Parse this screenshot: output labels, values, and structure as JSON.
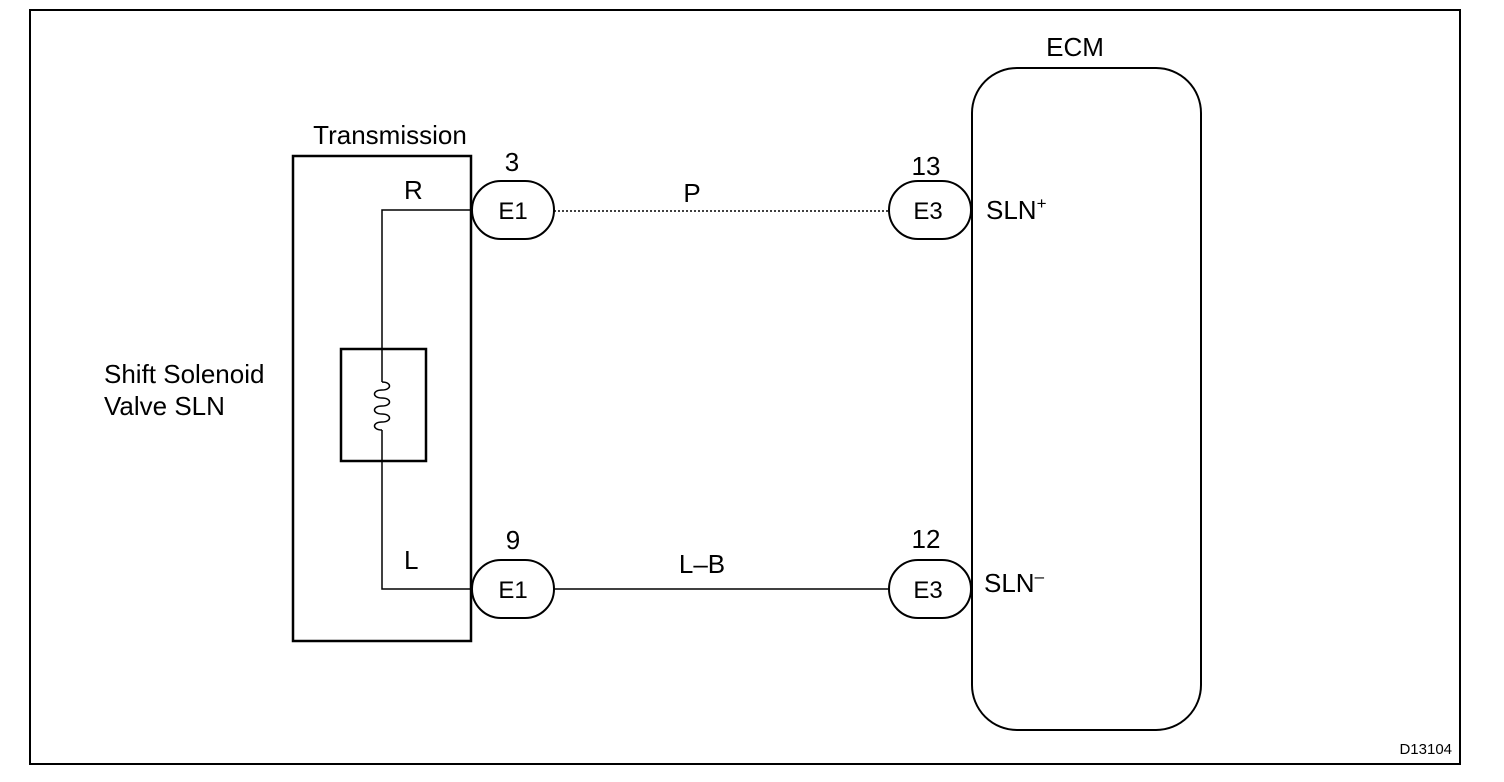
{
  "diagram": {
    "ecm": {
      "title": "ECM"
    },
    "transmission": {
      "title": "Transmission"
    },
    "solenoid": {
      "line1": "Shift Solenoid",
      "line2": "Valve SLN"
    },
    "connectors": {
      "e1_top": {
        "label": "E1",
        "pin": "3"
      },
      "e1_bottom": {
        "label": "E1",
        "pin": "9"
      },
      "e3_top": {
        "label": "E3",
        "pin": "13"
      },
      "e3_bottom": {
        "label": "E3",
        "pin": "12"
      }
    },
    "wires": {
      "top": {
        "color_code": "P",
        "internal": "R",
        "style": "dotted"
      },
      "bottom": {
        "color_code": "L–B",
        "internal": "L",
        "style": "solid"
      }
    },
    "ecm_terminals": {
      "plus": {
        "base": "SLN",
        "sup": "+"
      },
      "minus": {
        "base": "SLN",
        "sup": "–"
      }
    },
    "figure_code": "D13104"
  }
}
